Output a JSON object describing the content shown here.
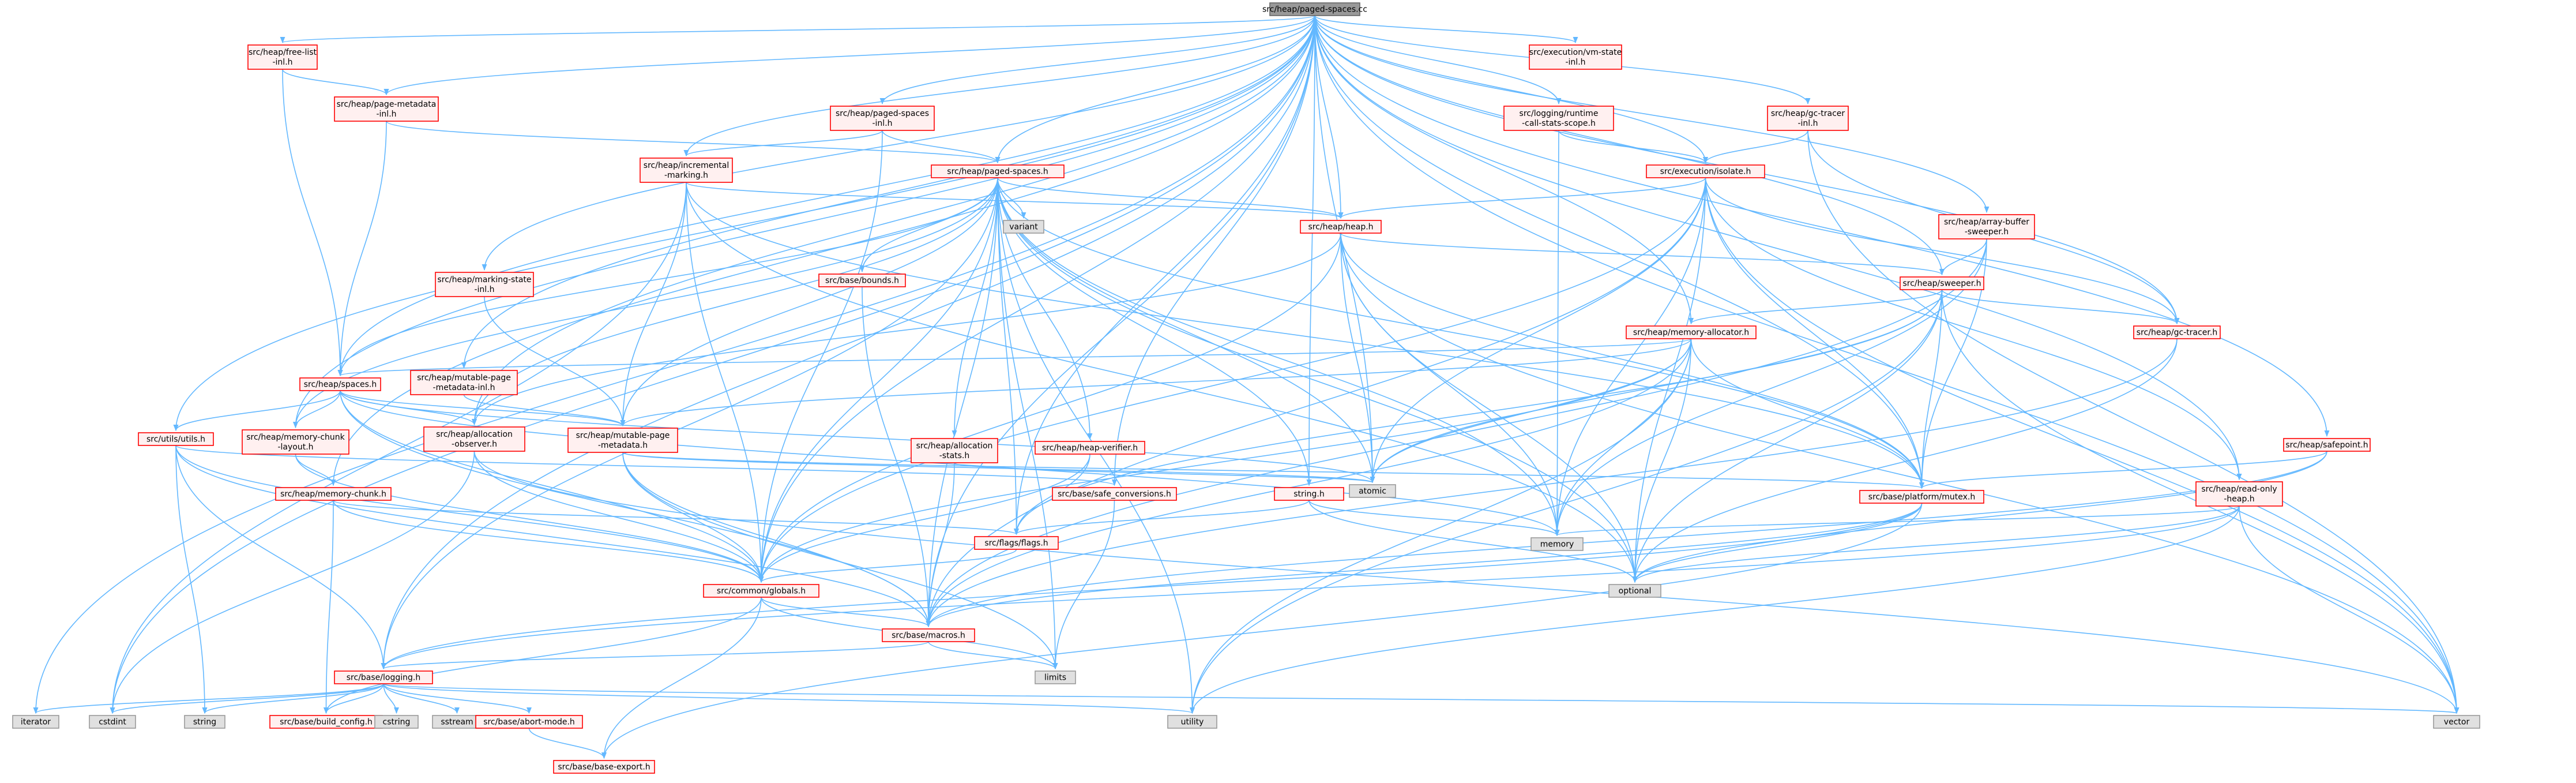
{
  "graph": {
    "colors": {
      "edge": "#63b8ff",
      "project_border": "#ff0000",
      "project_fill": "#fff0f0",
      "system_border": "#999999",
      "system_fill": "#e0e0e0",
      "root_border": "#666666",
      "root_fill": "#999999"
    },
    "nodes": [
      {
        "id": "root",
        "label": [
          "src/heap/paged-spaces.cc"
        ],
        "kind": "root"
      },
      {
        "id": "freelist_inl",
        "label": [
          "src/heap/free-list",
          "-inl.h"
        ],
        "kind": "project"
      },
      {
        "id": "pagemeta_inl",
        "label": [
          "src/heap/page-metadata",
          "-inl.h"
        ],
        "kind": "project"
      },
      {
        "id": "pagedspaces_inl",
        "label": [
          "src/heap/paged-spaces",
          "-inl.h"
        ],
        "kind": "project"
      },
      {
        "id": "vmstate_inl",
        "label": [
          "src/execution/vm-state",
          "-inl.h"
        ],
        "kind": "project"
      },
      {
        "id": "runtime_call_stats",
        "label": [
          "src/logging/runtime",
          "-call-stats-scope.h"
        ],
        "kind": "project"
      },
      {
        "id": "gctracer_inl",
        "label": [
          "src/heap/gc-tracer",
          "-inl.h"
        ],
        "kind": "project"
      },
      {
        "id": "incremental_marking",
        "label": [
          "src/heap/incremental",
          "-marking.h"
        ],
        "kind": "project"
      },
      {
        "id": "pagedspaces_h",
        "label": [
          "src/heap/paged-spaces.h"
        ],
        "kind": "project"
      },
      {
        "id": "isolate",
        "label": [
          "src/execution/isolate.h"
        ],
        "kind": "project"
      },
      {
        "id": "variant",
        "label": [
          "variant"
        ],
        "kind": "system"
      },
      {
        "id": "heap_h",
        "label": [
          "src/heap/heap.h"
        ],
        "kind": "project"
      },
      {
        "id": "array_buffer_sweeper",
        "label": [
          "src/heap/array-buffer",
          "-sweeper.h"
        ],
        "kind": "project"
      },
      {
        "id": "marking_state_inl",
        "label": [
          "src/heap/marking-state",
          "-inl.h"
        ],
        "kind": "project"
      },
      {
        "id": "bounds",
        "label": [
          "src/base/bounds.h"
        ],
        "kind": "project"
      },
      {
        "id": "sweeper",
        "label": [
          "src/heap/sweeper.h"
        ],
        "kind": "project"
      },
      {
        "id": "memory_allocator",
        "label": [
          "src/heap/memory-allocator.h"
        ],
        "kind": "project"
      },
      {
        "id": "gc_tracer",
        "label": [
          "src/heap/gc-tracer.h"
        ],
        "kind": "project"
      },
      {
        "id": "spaces",
        "label": [
          "src/heap/spaces.h"
        ],
        "kind": "project"
      },
      {
        "id": "mutable_page_meta_inl",
        "label": [
          "src/heap/mutable-page",
          "-metadata-inl.h"
        ],
        "kind": "project"
      },
      {
        "id": "utils",
        "label": [
          "src/utils/utils.h"
        ],
        "kind": "project"
      },
      {
        "id": "memory_chunk_layout",
        "label": [
          "src/heap/memory-chunk",
          "-layout.h"
        ],
        "kind": "project"
      },
      {
        "id": "allocation_observer",
        "label": [
          "src/heap/allocation",
          "-observer.h"
        ],
        "kind": "project"
      },
      {
        "id": "mutable_page_meta",
        "label": [
          "src/heap/mutable-page",
          "-metadata.h"
        ],
        "kind": "project"
      },
      {
        "id": "allocation_stats",
        "label": [
          "src/heap/allocation",
          "-stats.h"
        ],
        "kind": "project"
      },
      {
        "id": "heap_verifier",
        "label": [
          "src/heap/heap-verifier.h"
        ],
        "kind": "project"
      },
      {
        "id": "safepoint",
        "label": [
          "src/heap/safepoint.h"
        ],
        "kind": "project"
      },
      {
        "id": "atomic",
        "label": [
          "atomic"
        ],
        "kind": "system"
      },
      {
        "id": "memory_chunk",
        "label": [
          "src/heap/memory-chunk.h"
        ],
        "kind": "project"
      },
      {
        "id": "safe_conversions",
        "label": [
          "src/base/safe_conversions.h"
        ],
        "kind": "project"
      },
      {
        "id": "string_h",
        "label": [
          "string.h"
        ],
        "kind": "project"
      },
      {
        "id": "platform_mutex",
        "label": [
          "src/base/platform/mutex.h"
        ],
        "kind": "project"
      },
      {
        "id": "read_only_heap",
        "label": [
          "src/heap/read-only",
          "-heap.h"
        ],
        "kind": "project"
      },
      {
        "id": "flags",
        "label": [
          "src/flags/flags.h"
        ],
        "kind": "project"
      },
      {
        "id": "memory",
        "label": [
          "memory"
        ],
        "kind": "system"
      },
      {
        "id": "globals",
        "label": [
          "src/common/globals.h"
        ],
        "kind": "project"
      },
      {
        "id": "optional",
        "label": [
          "optional"
        ],
        "kind": "system"
      },
      {
        "id": "macros",
        "label": [
          "src/base/macros.h"
        ],
        "kind": "project"
      },
      {
        "id": "limits",
        "label": [
          "limits"
        ],
        "kind": "system"
      },
      {
        "id": "logging",
        "label": [
          "src/base/logging.h"
        ],
        "kind": "project"
      },
      {
        "id": "iterator",
        "label": [
          "iterator"
        ],
        "kind": "system"
      },
      {
        "id": "cstdint",
        "label": [
          "cstdint"
        ],
        "kind": "system"
      },
      {
        "id": "string",
        "label": [
          "string"
        ],
        "kind": "system"
      },
      {
        "id": "build_config",
        "label": [
          "src/base/build_config.h"
        ],
        "kind": "project"
      },
      {
        "id": "cstring",
        "label": [
          "cstring"
        ],
        "kind": "system"
      },
      {
        "id": "sstream",
        "label": [
          "sstream"
        ],
        "kind": "system"
      },
      {
        "id": "abort_mode",
        "label": [
          "src/base/abort-mode.h"
        ],
        "kind": "project"
      },
      {
        "id": "utility",
        "label": [
          "utility"
        ],
        "kind": "system"
      },
      {
        "id": "vector",
        "label": [
          "vector"
        ],
        "kind": "system"
      },
      {
        "id": "base_export",
        "label": [
          "src/base/base-export.h"
        ],
        "kind": "project"
      }
    ],
    "edges": [
      [
        "root",
        "freelist_inl"
      ],
      [
        "root",
        "pagemeta_inl"
      ],
      [
        "root",
        "pagedspaces_inl"
      ],
      [
        "root",
        "vmstate_inl"
      ],
      [
        "root",
        "runtime_call_stats"
      ],
      [
        "root",
        "gctracer_inl"
      ],
      [
        "root",
        "incremental_marking"
      ],
      [
        "root",
        "pagedspaces_h"
      ],
      [
        "root",
        "isolate"
      ],
      [
        "root",
        "heap_h"
      ],
      [
        "root",
        "array_buffer_sweeper"
      ],
      [
        "root",
        "marking_state_inl"
      ],
      [
        "root",
        "sweeper"
      ],
      [
        "root",
        "memory_allocator"
      ],
      [
        "root",
        "gc_tracer"
      ],
      [
        "root",
        "spaces"
      ],
      [
        "root",
        "mutable_page_meta_inl"
      ],
      [
        "root",
        "utils"
      ],
      [
        "root",
        "memory_chunk_layout"
      ],
      [
        "root",
        "allocation_observer"
      ],
      [
        "root",
        "safepoint"
      ],
      [
        "root",
        "atomic"
      ],
      [
        "root",
        "memory_chunk"
      ],
      [
        "root",
        "safe_conversions"
      ],
      [
        "root",
        "string_h"
      ],
      [
        "root",
        "platform_mutex"
      ],
      [
        "root",
        "read_only_heap"
      ],
      [
        "root",
        "flags"
      ],
      [
        "root",
        "globals"
      ],
      [
        "root",
        "logging"
      ],
      [
        "root",
        "iterator"
      ],
      [
        "root",
        "cstdint"
      ],
      [
        "root",
        "vector"
      ],
      [
        "root",
        "macros"
      ],
      [
        "freelist_inl",
        "spaces"
      ],
      [
        "freelist_inl",
        "pagemeta_inl"
      ],
      [
        "pagemeta_inl",
        "pagedspaces_h"
      ],
      [
        "pagemeta_inl",
        "spaces"
      ],
      [
        "pagedspaces_inl",
        "incremental_marking"
      ],
      [
        "pagedspaces_inl",
        "pagedspaces_h"
      ],
      [
        "pagedspaces_inl",
        "globals"
      ],
      [
        "runtime_call_stats",
        "isolate"
      ],
      [
        "runtime_call_stats",
        "memory"
      ],
      [
        "gctracer_inl",
        "isolate"
      ],
      [
        "gctracer_inl",
        "gc_tracer"
      ],
      [
        "gctracer_inl",
        "vector"
      ],
      [
        "incremental_marking",
        "heap_h"
      ],
      [
        "incremental_marking",
        "mutable_page_meta"
      ],
      [
        "incremental_marking",
        "globals"
      ],
      [
        "incremental_marking",
        "cstdint"
      ],
      [
        "incremental_marking",
        "optional"
      ],
      [
        "incremental_marking",
        "platform_mutex"
      ],
      [
        "pagedspaces_h",
        "variant"
      ],
      [
        "pagedspaces_h",
        "heap_h"
      ],
      [
        "pagedspaces_h",
        "bounds"
      ],
      [
        "pagedspaces_h",
        "allocation_stats"
      ],
      [
        "pagedspaces_h",
        "heap_verifier"
      ],
      [
        "pagedspaces_h",
        "spaces"
      ],
      [
        "pagedspaces_h",
        "mutable_page_meta"
      ],
      [
        "pagedspaces_h",
        "allocation_observer"
      ],
      [
        "pagedspaces_h",
        "memory_chunk_layout"
      ],
      [
        "pagedspaces_h",
        "atomic"
      ],
      [
        "pagedspaces_h",
        "flags"
      ],
      [
        "pagedspaces_h",
        "globals"
      ],
      [
        "pagedspaces_h",
        "platform_mutex"
      ],
      [
        "pagedspaces_h",
        "memory"
      ],
      [
        "pagedspaces_h",
        "optional"
      ],
      [
        "pagedspaces_h",
        "macros"
      ],
      [
        "pagedspaces_h",
        "limits"
      ],
      [
        "pagedspaces_h",
        "utility"
      ],
      [
        "pagedspaces_h",
        "string_h"
      ],
      [
        "pagedspaces_h",
        "logging"
      ],
      [
        "isolate",
        "heap_h"
      ],
      [
        "isolate",
        "atomic"
      ],
      [
        "isolate",
        "memory"
      ],
      [
        "isolate",
        "optional"
      ],
      [
        "isolate",
        "platform_mutex"
      ],
      [
        "isolate",
        "globals"
      ],
      [
        "isolate",
        "macros"
      ],
      [
        "isolate",
        "vector"
      ],
      [
        "isolate",
        "gc_tracer"
      ],
      [
        "isolate",
        "read_only_heap"
      ],
      [
        "heap_h",
        "sweeper"
      ],
      [
        "heap_h",
        "allocation_observer"
      ],
      [
        "heap_h",
        "globals"
      ],
      [
        "heap_h",
        "atomic"
      ],
      [
        "heap_h",
        "memory"
      ],
      [
        "heap_h",
        "optional"
      ],
      [
        "heap_h",
        "platform_mutex"
      ],
      [
        "heap_h",
        "vector"
      ],
      [
        "array_buffer_sweeper",
        "sweeper"
      ],
      [
        "array_buffer_sweeper",
        "platform_mutex"
      ],
      [
        "array_buffer_sweeper",
        "memory"
      ],
      [
        "array_buffer_sweeper",
        "macros"
      ],
      [
        "marking_state_inl",
        "mutable_page_meta"
      ],
      [
        "bounds",
        "macros"
      ],
      [
        "sweeper",
        "memory_allocator"
      ],
      [
        "sweeper",
        "gc_tracer"
      ],
      [
        "sweeper",
        "platform_mutex"
      ],
      [
        "sweeper",
        "atomic"
      ],
      [
        "sweeper",
        "optional"
      ],
      [
        "sweeper",
        "vector"
      ],
      [
        "sweeper",
        "utility"
      ],
      [
        "sweeper",
        "flags"
      ],
      [
        "memory_allocator",
        "spaces"
      ],
      [
        "memory_allocator",
        "mutable_page_meta"
      ],
      [
        "memory_allocator",
        "platform_mutex"
      ],
      [
        "memory_allocator",
        "atomic"
      ],
      [
        "memory_allocator",
        "memory"
      ],
      [
        "memory_allocator",
        "optional"
      ],
      [
        "memory_allocator",
        "globals"
      ],
      [
        "memory_allocator",
        "macros"
      ],
      [
        "memory_allocator",
        "utility"
      ],
      [
        "gc_tracer",
        "optional"
      ],
      [
        "gc_tracer",
        "macros"
      ],
      [
        "spaces",
        "utils"
      ],
      [
        "spaces",
        "memory_chunk_layout"
      ],
      [
        "spaces",
        "allocation_observer"
      ],
      [
        "spaces",
        "mutable_page_meta"
      ],
      [
        "spaces",
        "globals"
      ],
      [
        "spaces",
        "macros"
      ],
      [
        "spaces",
        "memory"
      ],
      [
        "spaces",
        "atomic"
      ],
      [
        "mutable_page_meta_inl",
        "mutable_page_meta"
      ],
      [
        "utils",
        "logging"
      ],
      [
        "utils",
        "globals"
      ],
      [
        "utils",
        "macros"
      ],
      [
        "utils",
        "string"
      ],
      [
        "utils",
        "safe_conversions"
      ],
      [
        "memory_chunk_layout",
        "memory_chunk"
      ],
      [
        "memory_chunk_layout",
        "globals"
      ],
      [
        "allocation_observer",
        "globals"
      ],
      [
        "allocation_observer",
        "cstdint"
      ],
      [
        "allocation_observer",
        "vector"
      ],
      [
        "mutable_page_meta",
        "globals"
      ],
      [
        "mutable_page_meta",
        "macros"
      ],
      [
        "mutable_page_meta",
        "atomic"
      ],
      [
        "mutable_page_meta",
        "platform_mutex"
      ],
      [
        "mutable_page_meta",
        "limits"
      ],
      [
        "allocation_stats",
        "macros"
      ],
      [
        "allocation_stats",
        "atomic"
      ],
      [
        "heap_verifier",
        "flags"
      ],
      [
        "heap_verifier",
        "globals"
      ],
      [
        "safepoint",
        "platform_mutex"
      ],
      [
        "safepoint",
        "optional"
      ],
      [
        "safepoint",
        "macros"
      ],
      [
        "memory_chunk",
        "globals"
      ],
      [
        "memory_chunk",
        "build_config"
      ],
      [
        "memory_chunk",
        "flags"
      ],
      [
        "safe_conversions",
        "limits"
      ],
      [
        "string_h",
        "flags"
      ],
      [
        "string_h",
        "memory"
      ],
      [
        "string_h",
        "optional"
      ],
      [
        "platform_mutex",
        "optional"
      ],
      [
        "platform_mutex",
        "base_export"
      ],
      [
        "platform_mutex",
        "logging"
      ],
      [
        "platform_mutex",
        "macros"
      ],
      [
        "read_only_heap",
        "memory"
      ],
      [
        "read_only_heap",
        "optional"
      ],
      [
        "read_only_heap",
        "utility"
      ],
      [
        "read_only_heap",
        "vector"
      ],
      [
        "read_only_heap",
        "logging"
      ],
      [
        "flags",
        "globals"
      ],
      [
        "globals",
        "macros"
      ],
      [
        "globals",
        "limits"
      ],
      [
        "globals",
        "build_config"
      ],
      [
        "globals",
        "base_export"
      ],
      [
        "macros",
        "limits"
      ],
      [
        "macros",
        "logging"
      ],
      [
        "logging",
        "iterator"
      ],
      [
        "logging",
        "cstdint"
      ],
      [
        "logging",
        "string"
      ],
      [
        "logging",
        "build_config"
      ],
      [
        "logging",
        "cstring"
      ],
      [
        "logging",
        "sstream"
      ],
      [
        "logging",
        "abort_mode"
      ],
      [
        "logging",
        "utility"
      ],
      [
        "logging",
        "vector"
      ],
      [
        "abort_mode",
        "base_export"
      ]
    ]
  }
}
